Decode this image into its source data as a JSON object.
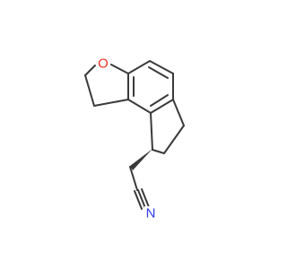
{
  "structure": {
    "atoms": {
      "oxygen": {
        "symbol": "O",
        "color": "#e8321e"
      },
      "nitrogen": {
        "symbol": "N",
        "color": "#2e3cf0"
      }
    },
    "colors": {
      "bond": "#3a3a3a",
      "background": "#ffffff"
    },
    "stereo_bond": "wedge"
  }
}
